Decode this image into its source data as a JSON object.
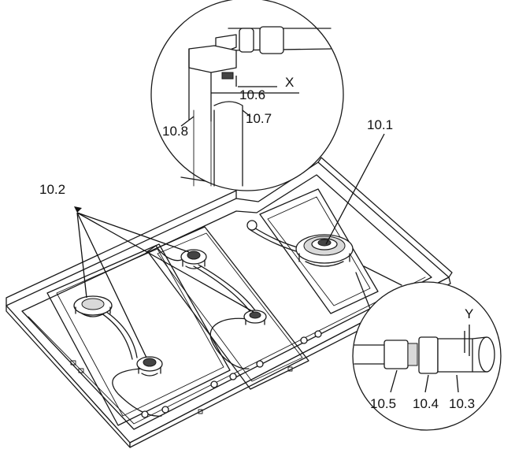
{
  "labels": {
    "callout_10_1": "10.1",
    "callout_10_2": "10.2",
    "callout_10_3": "10.3",
    "callout_10_4": "10.4",
    "callout_10_5": "10.5",
    "callout_10_6": "10.6",
    "callout_10_7": "10.7",
    "callout_10_8": "10.8",
    "marker_x": "X",
    "marker_y": "Y"
  },
  "colors": {
    "line": "#1a1a1a",
    "background": "#ffffff",
    "shade": "#d9d9d9"
  }
}
